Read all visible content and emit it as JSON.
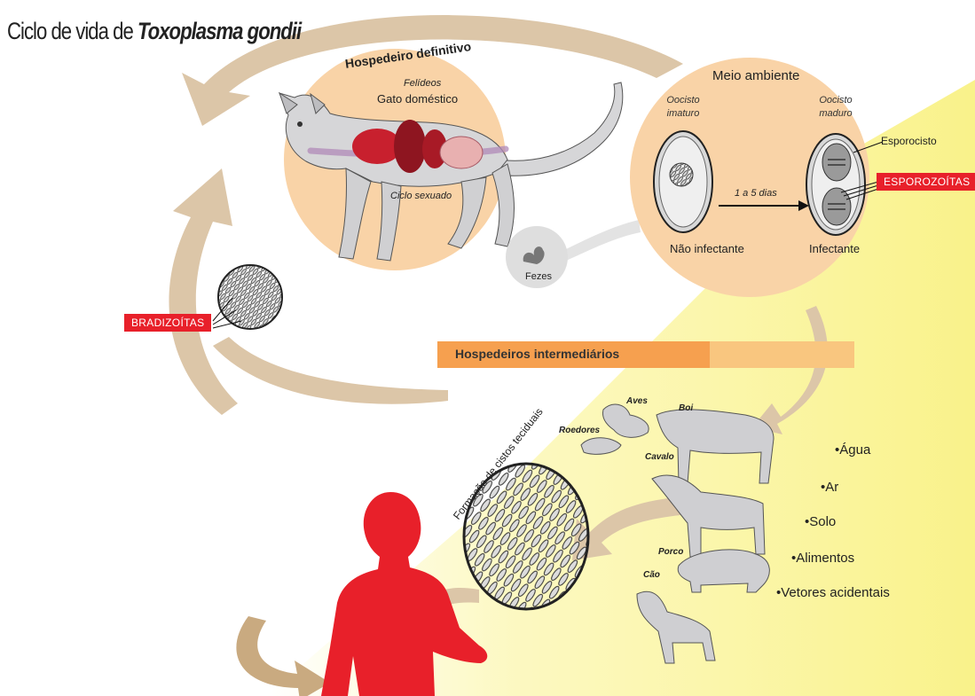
{
  "title": {
    "prefix": "Ciclo de vida de ",
    "species": "Toxoplasma gondii"
  },
  "definitive_host": {
    "heading": "Hospedeiro definitivo",
    "family": "Felídeos",
    "example": "Gato doméstico",
    "cycle": "Ciclo sexuado"
  },
  "environment": {
    "heading": "Meio ambiente",
    "immature_oocyst": "Oocisto imaturo",
    "mature_oocyst": "Oocisto maduro",
    "sporocyst": "Esporocisto",
    "arrow_label": "1 a 5 dias",
    "non_infective": "Não infectante",
    "infective": "Infectante"
  },
  "feces": "Fezes",
  "tags": {
    "sporozoites": "ESPOROZOÍTAS",
    "bradyzoites": "BRADIZOÍTAS"
  },
  "intermediate_hosts": {
    "banner": "Hospedeiros intermediários",
    "animals": {
      "birds": "Aves",
      "cattle": "Boi",
      "rodents": "Roedores",
      "horse": "Cavalo",
      "pig": "Porco",
      "dog": "Cão"
    },
    "cyst_formation": "Formação de cistos teciduais"
  },
  "sources": [
    "•Água",
    "•Ar",
    "•Solo",
    "•Alimentos",
    "•Vetores acidentais"
  ],
  "colors": {
    "orange_disc": "#f9d3a7",
    "arrow_tan": "#dcc6a8",
    "tag_red": "#e8202a",
    "human_red": "#e8202a",
    "banner_orange": "#f6a04f",
    "yellow_glow": "#fbf49a"
  }
}
